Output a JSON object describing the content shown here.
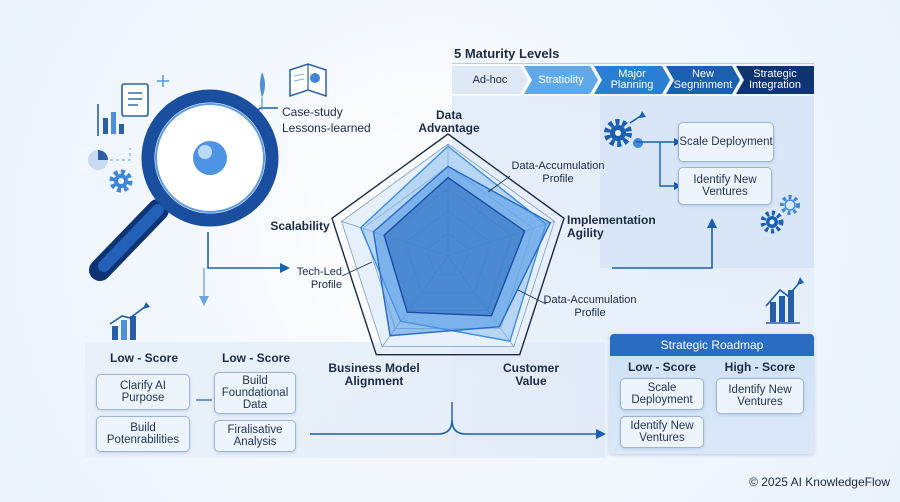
{
  "maturity": {
    "title": "5 Maturity Levels",
    "levels": [
      "Ad-hoc",
      "Stratiolity",
      "Major Planning",
      "New Segninment",
      "Strategic Integration"
    ]
  },
  "case_study": {
    "line1": "Case-study",
    "line2": "Lessons-learned"
  },
  "radar": {
    "axes": [
      "Data Advantage",
      "Implementation Agility",
      "Customer Value",
      "Business Model Alignment",
      "Scalability"
    ],
    "profiles": [
      "Data-Accumulation Profile",
      "Data-Accumulation Profile",
      "Tech-Led Profile"
    ]
  },
  "right_panel": {
    "scale": "Scale Deployment",
    "identify": "Identify New Ventures"
  },
  "left_bottom": {
    "col1_heading": "Low - Score",
    "col2_heading": "Low - Score",
    "col1": [
      "Clarify AI Purpose",
      "Build Potenrabilities"
    ],
    "col2": [
      "Build Foundational Data",
      "Firalisative Analysis"
    ]
  },
  "roadmap": {
    "title": "Strategic Roadmap",
    "low_heading": "Low - Score",
    "high_heading": "High - Score",
    "low_items": [
      "Scale Deployment",
      "Identify New Ventures"
    ],
    "high_items": [
      "Identify New Ventures"
    ]
  },
  "footer": {
    "copyright": "© 2025 AI KnowledgeFlow"
  },
  "colors": {
    "dark": "#0f3474",
    "mid": "#1a5fb0",
    "light": "#3d8ee0",
    "pale": "#a9cbef"
  }
}
